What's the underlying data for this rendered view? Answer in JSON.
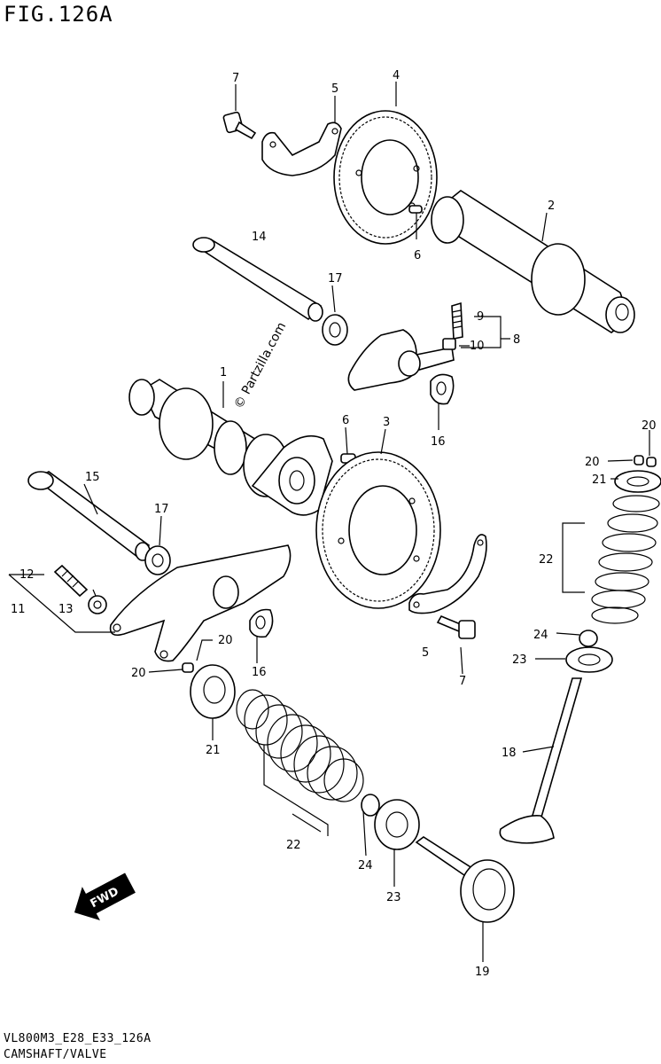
{
  "header": {
    "figure_title": "FIG.126A"
  },
  "footer": {
    "model_code": "VL800M3_E28_E33_126A",
    "caption": "CAMSHAFT/VALVE"
  },
  "watermark": {
    "text": "© Partzilla.com"
  },
  "direction": {
    "text": "FWD"
  },
  "callouts": {
    "c1": "1",
    "c2": "2",
    "c3": "3",
    "c4": "4",
    "c5a": "5",
    "c5b": "5",
    "c6a": "6",
    "c6b": "6",
    "c7a": "7",
    "c7b": "7",
    "c8": "8",
    "c9": "9",
    "c10": "10",
    "c11": "11",
    "c12": "12",
    "c13": "13",
    "c14": "14",
    "c15": "15",
    "c16a": "16",
    "c16b": "16",
    "c17a": "17",
    "c17b": "17",
    "c18": "18",
    "c19": "19",
    "c20a": "20",
    "c20b": "20",
    "c20c": "20",
    "c20d": "20",
    "c21a": "21",
    "c21b": "21",
    "c22a": "22",
    "c22b": "22",
    "c23a": "23",
    "c23b": "23",
    "c24a": "24",
    "c24b": "24"
  }
}
